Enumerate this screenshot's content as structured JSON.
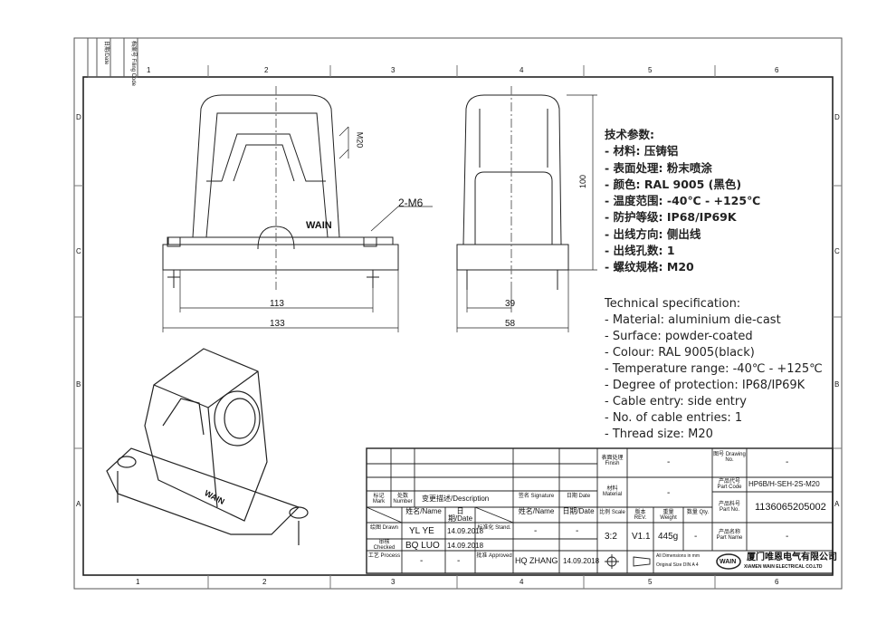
{
  "frame": {
    "columns": [
      "1",
      "2",
      "3",
      "4",
      "5",
      "6"
    ],
    "rows": [
      "D",
      "C",
      "B",
      "A"
    ],
    "corner_labels": [
      "日期/Date",
      "档案号 Filing Code"
    ]
  },
  "views": {
    "front": {
      "dim_width_inner": "113",
      "dim_width_outer": "133",
      "thread_label": "M20",
      "screw_label": "2-M6",
      "logo": "WAIN"
    },
    "side": {
      "dim_height": "100",
      "dim_inner": "39",
      "dim_outer": "58"
    },
    "iso": {
      "logo": "WAIN"
    }
  },
  "spec_cn": {
    "title": "技术参数:",
    "items": [
      "- 材料: 压铸铝",
      "- 表面处理: 粉末喷涂",
      "- 颜色: RAL 9005 (黑色)",
      "- 温度范围: -40℃ - +125℃",
      "- 防护等级: IP68/IP69K",
      "- 出线方向: 侧出线",
      "- 出线孔数: 1",
      "- 螺纹规格: M20"
    ]
  },
  "spec_en": {
    "title": "Technical specification:",
    "items": [
      "- Material: aluminium die-cast",
      "- Surface: powder-coated",
      "- Colour: RAL 9005(black)",
      "- Temperature range: -40℃ - +125℃",
      "- Degree of protection: IP68/IP69K",
      "- Cable entry: side entry",
      "- No. of cable entries: 1",
      "- Thread size: M20"
    ]
  },
  "title_block": {
    "mark": "标记 Mark",
    "number": "处数 Number",
    "description": "变更描述/Description",
    "signature": "签名 Signature",
    "date": "日期 Date",
    "name_h": "姓名/Name",
    "date_h": "日期/Date",
    "name_h2": "姓名/Name",
    "date_h2": "日期/Date",
    "drawn": "绘图 Drawn",
    "drawn_name": "YL YE",
    "drawn_date": "14.09.2018",
    "checked": "审核 Checked",
    "checked_name": "BQ LUO",
    "checked_date": "14.09.2018",
    "process": "工艺 Process",
    "process_name": "-",
    "process_date": "-",
    "stand": "标准化 Stand.",
    "stand_name": "-",
    "stand_date": "-",
    "approved": "批准 Approved",
    "approved_name": "HQ ZHANG",
    "approved_date": "14.09.2018",
    "finish": "表面处理 Finish",
    "finish_value": "-",
    "material": "材料 Material",
    "material_value": "-",
    "scale": "比例 Scale",
    "scale_value": "3:2",
    "rev": "版本 REV.",
    "rev_value": "V1.1",
    "weight": "重量 Weight",
    "weight_value": "445g",
    "qty": "数量 Qty.",
    "qty_value": "-",
    "note1": "All Dimensions in mm",
    "note2": "Original Size DIN A 4",
    "drawing_no": "图号 Drawing No.",
    "drawing_no_value": "-",
    "part_code": "产品代号 Part Code",
    "part_code_value": "HP6B/H-SEH-2S-M20",
    "part_no": "产品料号 Part No.",
    "part_no_value": "1136065205002",
    "part_name": "产品名称 Part Name",
    "part_name_value": "-",
    "company_cn": "厦门唯恩电气有限公司",
    "company_en": "XIAMEN WAIN ELECTRICAL CO.LTD",
    "logo": "WAIN"
  }
}
